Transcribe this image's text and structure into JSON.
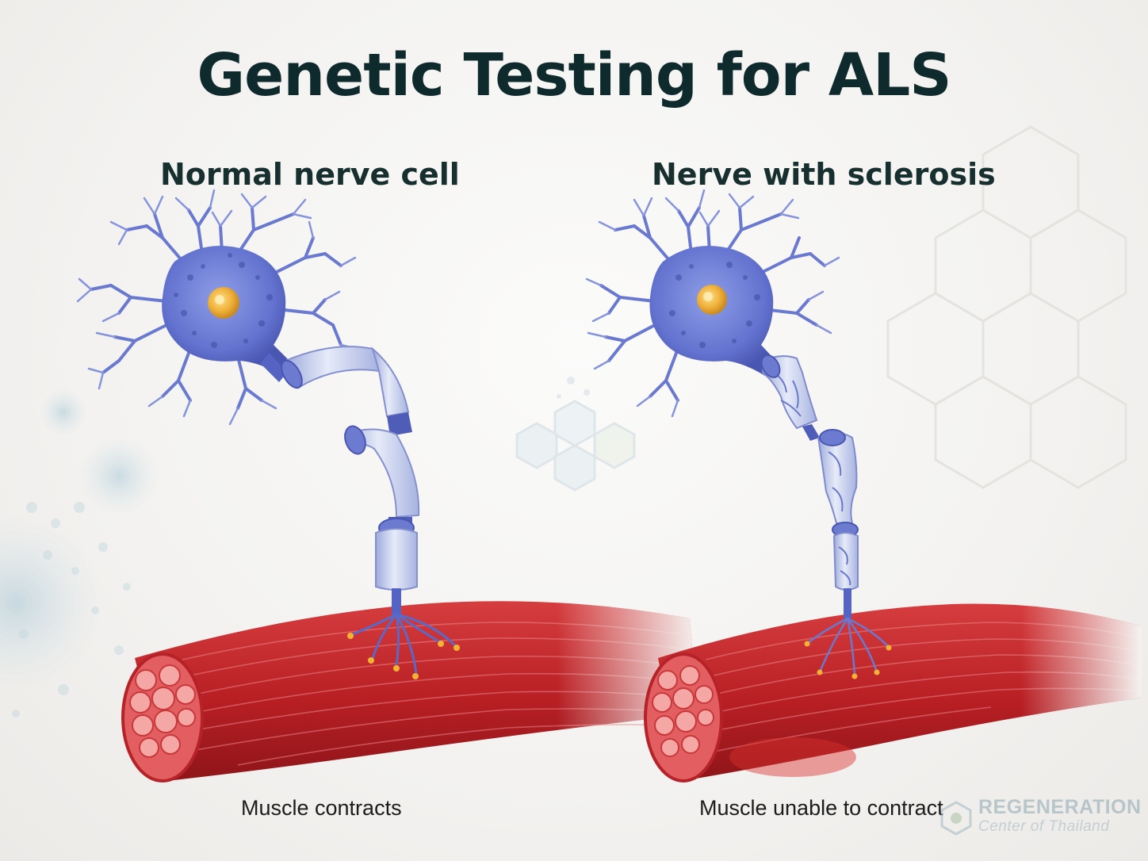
{
  "title": "Genetic Testing for ALS",
  "panels": {
    "left": {
      "title": "Normal nerve cell",
      "caption": "Muscle contracts"
    },
    "right": {
      "title": "Nerve with sclerosis",
      "caption": "Muscle unable to contract"
    }
  },
  "logo": {
    "main": "REGENERATION",
    "sub": "Center of Thailand"
  },
  "colors": {
    "title_text": "#0f2a2c",
    "neuron_body": "#6f7fd6",
    "neuron_dark": "#4f5cb8",
    "nucleus": "#f2b52f",
    "myelin": "#c9d2ee",
    "muscle": "#c8262a",
    "muscle_fiber": "#e7777a"
  },
  "icons": [
    "neuron-cell-icon",
    "myelin-sheath-icon",
    "muscle-fiber-icon",
    "logo-mark-icon"
  ]
}
